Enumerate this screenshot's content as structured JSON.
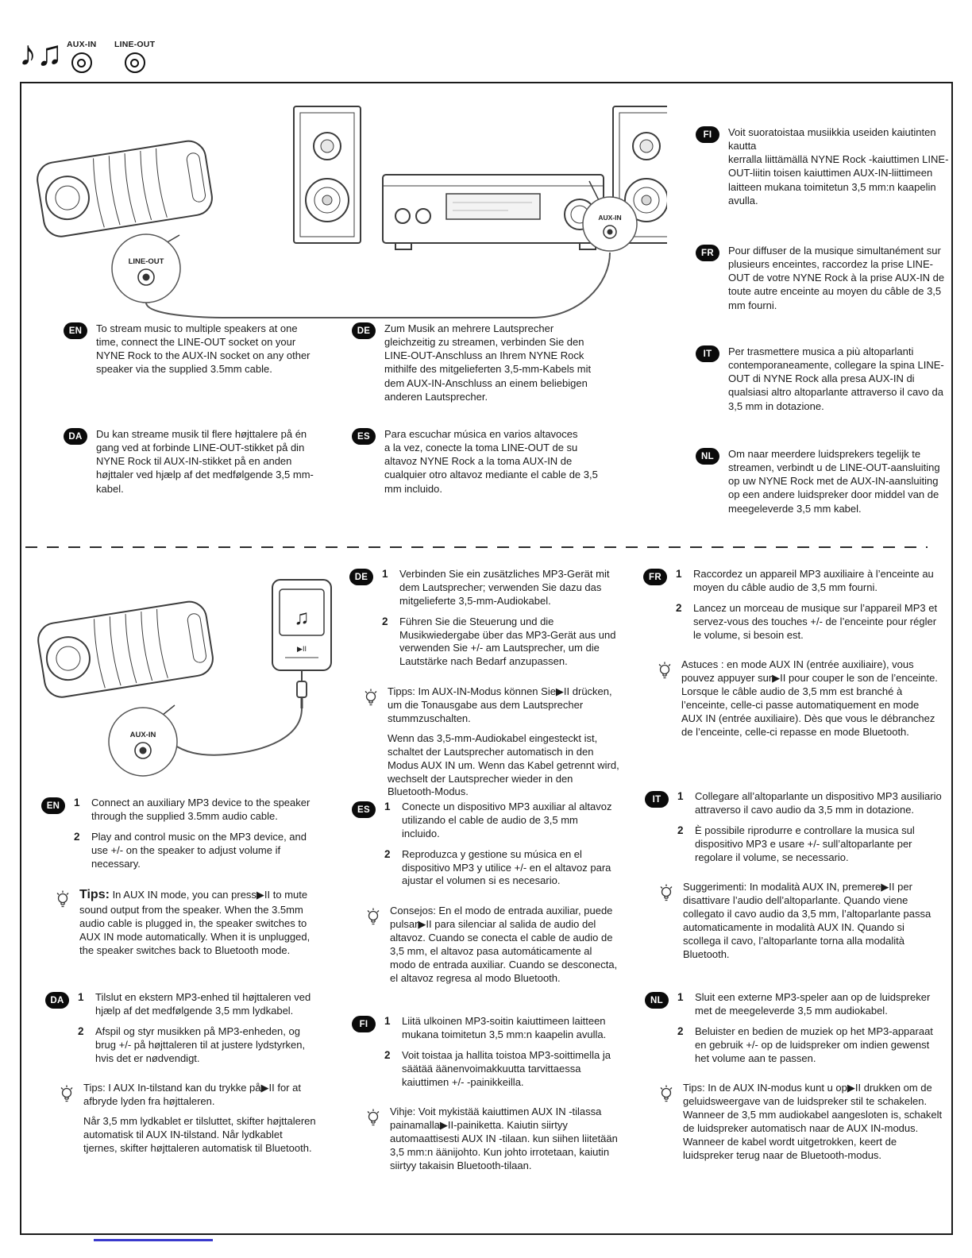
{
  "icons": {
    "music_notes_large": "♪♫",
    "music_notes_screen": "♫",
    "play_pause": "▶II"
  },
  "header": {
    "aux_in_label": "AUX-IN",
    "line_out_label": "LINE-OUT"
  },
  "illustration1": {
    "line_out_callout": "LINE-OUT",
    "aux_in_callout": "AUX-IN"
  },
  "illustration2": {
    "aux_in_callout": "AUX-IN"
  },
  "labels": {
    "step1": "1",
    "step2": "2"
  },
  "s1": {
    "en": {
      "lang": "EN",
      "text": "To stream music to multiple speakers at one time, connect the LINE-OUT socket on your NYNE Rock to the AUX-IN socket on any other speaker via the supplied 3.5mm cable."
    },
    "de": {
      "lang": "DE",
      "text": "Zum Musik an mehrere Lautsprecher gleichzeitig zu streamen, verbinden Sie den LINE-OUT-Anschluss an Ihrem NYNE Rock mithilfe des mitgelieferten 3,5-mm-Kabels mit dem AUX-IN-Anschluss an einem beliebigen anderen Lautsprecher."
    },
    "da": {
      "lang": "DA",
      "text": "Du kan streame musik til flere højttalere på én gang ved at forbinde LINE-OUT-stikket på din NYNE Rock til AUX-IN-stikket på en anden højttaler ved hjælp af det medfølgende 3,5 mm-kabel."
    },
    "es": {
      "lang": "ES",
      "text": "Para escuchar música en varios altavoces\n a la vez, conecte la toma LINE-OUT de su altavoz NYNE Rock a la toma AUX-IN de cualquier otro altavoz mediante el cable de 3,5 mm incluido."
    },
    "fi": {
      "lang": "FI",
      "text": "Voit suoratoistaa musiikkia useiden kaiutinten kautta\n kerralla liittämällä NYNE Rock -kaiuttimen LINE-OUT-liitin toisen kaiuttimen AUX-IN-liittimeen laitteen mukana toimitetun 3,5 mm:n kaapelin avulla."
    },
    "fr": {
      "lang": "FR",
      "text": "Pour diffuser de la musique simultanément sur plusieurs enceintes, raccordez la prise LINE-OUT de votre NYNE Rock à la prise AUX-IN de toute autre enceinte au moyen du câble de 3,5 mm fourni."
    },
    "it": {
      "lang": "IT",
      "text": "Per trasmettere musica a più altoparlanti contemporaneamente, collegare la spina LINE-OUT di NYNE Rock alla presa AUX-IN di qualsiasi altro altoparlante attraverso il cavo da 3,5 mm in dotazione."
    },
    "nl": {
      "lang": "NL",
      "text": "Om naar meerdere luidsprekers tegelijk te streamen, verbindt u de LINE-OUT-aansluiting op uw NYNE Rock met de AUX-IN-aansluiting op een andere luidspreker door middel van de meegeleverde 3,5 mm kabel."
    }
  },
  "s2": {
    "en": {
      "lang": "EN",
      "step1": "Connect an auxiliary MP3 device to the speaker through the supplied 3.5mm audio cable.",
      "step2": "Play and control music on the MP3 device, and use +/- on the speaker to adjust volume if necessary.",
      "tip_head": "Tips:",
      "tip1": "In AUX IN mode, you can press▶II to mute sound output from the speaker. When the 3.5mm audio cable is plugged in, the speaker switches to AUX IN mode automatically. When it is unplugged, the speaker switches back to Bluetooth mode."
    },
    "de": {
      "lang": "DE",
      "step1": "Verbinden Sie ein zusätzliches MP3-Gerät mit dem Lautsprecher; verwenden Sie dazu das mitgelieferte 3,5-mm-Audiokabel.",
      "step2": "Führen Sie die Steuerung und die Musikwiedergabe über das MP3-Gerät aus und verwenden Sie +/- am Lautsprecher, um die Lautstärke nach Bedarf anzupassen.",
      "tip1": "Tipps: Im AUX-IN-Modus können Sie▶II drücken, um die Tonausgabe aus dem Lautsprecher stummzuschalten.",
      "tip2": "Wenn das 3,5-mm-Audiokabel eingesteckt ist, schaltet der Lautsprecher automatisch in den Modus AUX IN um. Wenn das Kabel getrennt wird, wechselt der Lautsprecher wieder in den Bluetooth-Modus."
    },
    "fr": {
      "lang": "FR",
      "step1": "Raccordez un appareil MP3 auxiliaire à l’enceinte au moyen du câble audio de 3,5 mm fourni.",
      "step2": "Lancez un morceau de musique sur l’appareil MP3 et servez-vous des touches +/- de l’enceinte pour régler le volume, si besoin est.",
      "tip1": "Astuces : en mode AUX IN (entrée auxiliaire), vous pouvez appuyer sur▶II pour couper le son de l’enceinte. Lorsque le câble audio de 3,5 mm est branché à l’enceinte, celle-ci passe automatiquement en mode AUX IN (entrée auxiliaire). Dès que vous le débranchez de l’enceinte, celle-ci repasse en mode Bluetooth."
    },
    "es": {
      "lang": "ES",
      "step1": "Conecte un dispositivo MP3 auxiliar al altavoz utilizando el cable de audio de 3,5 mm incluido.",
      "step2": "Reproduzca y gestione su música en el dispositivo MP3 y utilice +/- en el altavoz para ajustar el volumen si es necesario.",
      "tip1": "Consejos: En el modo de entrada auxiliar, puede pulsar▶II para silenciar al salida de audio del altavoz. Cuando se conecta el cable de audio de 3,5 mm, el altavoz pasa automáticamente al modo de entrada auxiliar. Cuando se desconecta, el altavoz regresa al modo Bluetooth."
    },
    "it": {
      "lang": "IT",
      "step1": "Collegare all’altoparlante un dispositivo MP3 ausiliario attraverso il cavo audio da 3,5 mm in dotazione.",
      "step2": "È possibile riprodurre e controllare la musica sul dispositivo MP3 e usare +/- sull’altoparlante per regolare il volume, se necessario.",
      "tip1": "Suggerimenti: In modalità AUX IN, premere▶II per disattivare l’audio dell’altoparlante. Quando viene collegato il cavo audio da 3,5 mm, l’altoparlante passa automaticamente in modalità AUX IN. Quando si scollega il cavo, l’altoparlante torna alla modalità Bluetooth."
    },
    "da": {
      "lang": "DA",
      "step1": "Tilslut en ekstern MP3-enhed til højttaleren ved hjælp af det medfølgende 3,5 mm lydkabel.",
      "step2": "Afspil og styr musikken på MP3-enheden, og brug +/- på højttaleren til at justere lydstyrken, hvis det er nødvendigt.",
      "tip1": "Tips: I AUX In-tilstand kan du trykke på▶II for at afbryde lyden fra højttaleren.",
      "tip2": "Når 3,5 mm lydkablet er tilsluttet, skifter højttaleren automatisk til AUX IN-tilstand. Når lydkablet tjernes, skifter højttaleren automatisk til Bluetooth."
    },
    "fi": {
      "lang": "FI",
      "step1": "Liitä ulkoinen MP3-soitin kaiuttimeen laitteen mukana toimitetun 3,5 mm:n kaapelin avulla.",
      "step2": "Voit toistaa ja hallita toistoa MP3-soittimella ja säätää äänenvoimakkuutta tarvittaessa kaiuttimen +/- -painikkeilla.",
      "tip1": "Vihje: Voit mykistää kaiuttimen AUX IN -tilassa painamalla▶II-painiketta. Kaiutin siirtyy automaattisesti AUX IN -tilaan. kun siihen liitetään 3,5 mm:n äänijohto. Kun johto irrotetaan, kaiutin siirtyy takaisin Bluetooth-tilaan."
    },
    "nl": {
      "lang": "NL",
      "step1": "Sluit een externe MP3-speler aan op de luidspreker met de meegeleverde 3,5 mm audiokabel.",
      "step2": "Beluister en bedien de muziek op het MP3-apparaat en gebruik +/- op de luidspreker om indien gewenst het volume aan te passen.",
      "tip1": "Tips: In de AUX IN-modus kunt u op▶II drukken om de geluidsweergave van de luidspreker stil te schakelen. Wanneer de 3,5 mm audiokabel aangesloten is, schakelt de luidspreker automatisch naar de AUX IN-modus. Wanneer de kabel wordt uitgetrokken, keert de luidspreker terug naar de Bluetooth-modus."
    }
  }
}
